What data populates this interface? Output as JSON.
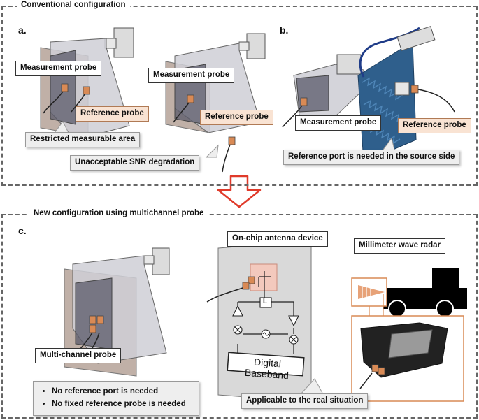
{
  "top_panel": {
    "title": "Conventional configuration"
  },
  "bottom_panel": {
    "title": "New configuration using multichannel probe"
  },
  "panel_a": {
    "letter": "a.",
    "measurement_probe_left": "Measurement probe",
    "reference_probe_left": "Reference probe",
    "measurement_probe_right": "Measurement probe",
    "reference_probe_right": "Reference probe",
    "restricted_area": "Restricted measurable area",
    "snr_degradation": "Unacceptable SNR degradation"
  },
  "panel_b": {
    "letter": "b.",
    "measurement_probe": "Measurement probe",
    "reference_probe": "Reference probe",
    "reference_port_note": "Reference port is needed in the source side"
  },
  "panel_c": {
    "letter": "c.",
    "multi_channel_probe": "Multi-channel probe",
    "bullets": [
      "No reference port is needed",
      "No fixed reference probe is needed"
    ],
    "on_chip_title": "On-chip antenna device",
    "baseband_label": "Digital Baseband",
    "lo_symbol": "L",
    "radar_title": "Millimeter wave radar",
    "applicable_note": "Applicable to the real situation"
  },
  "colors": {
    "peach": "#f9e3d3",
    "absorber_blue": "#2f5f8c",
    "arrow_red": "#e03a2a",
    "probe_orange": "#d98a55"
  }
}
